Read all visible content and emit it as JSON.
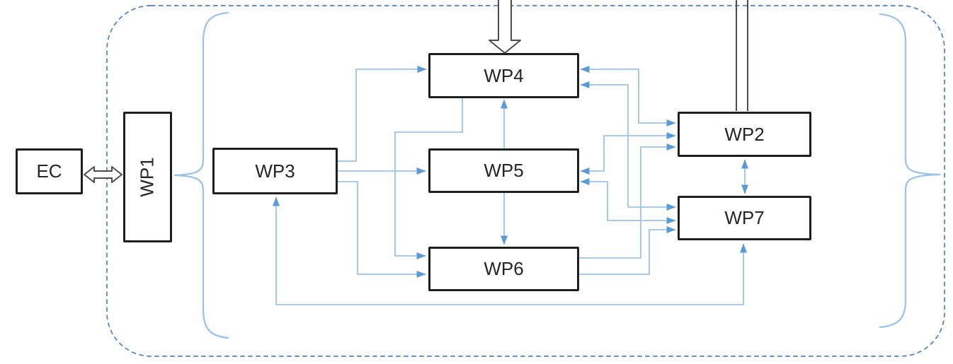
{
  "diagram": {
    "nodes": {
      "ec": {
        "label": "EC"
      },
      "wp1": {
        "label": "WP1"
      },
      "wp2": {
        "label": "WP2"
      },
      "wp3": {
        "label": "WP3"
      },
      "wp4": {
        "label": "WP4"
      },
      "wp5": {
        "label": "WP5"
      },
      "wp6": {
        "label": "WP6"
      },
      "wp7": {
        "label": "WP7"
      }
    },
    "edges": [
      {
        "from": "EC",
        "to": "WP1",
        "style": "hollow-double-arrow",
        "bidirectional": true
      },
      {
        "from": "external-top",
        "to": "WP4",
        "style": "hollow-arrow",
        "bidirectional": false
      },
      {
        "from": "external-top",
        "to": "WP2",
        "style": "hollow-line",
        "bidirectional": false
      },
      {
        "from": "WP3",
        "to": "WP4",
        "style": "blue-arrow",
        "bidirectional": false
      },
      {
        "from": "WP3",
        "to": "WP5",
        "style": "blue-arrow",
        "bidirectional": false
      },
      {
        "from": "WP3",
        "to": "WP6",
        "style": "blue-arrow",
        "bidirectional": false
      },
      {
        "from": "WP4",
        "to": "WP6",
        "style": "blue-arrow",
        "bidirectional": false
      },
      {
        "from": "WP5",
        "to": "WP4",
        "style": "blue-arrow",
        "bidirectional": false
      },
      {
        "from": "WP5",
        "to": "WP6",
        "style": "blue-arrow",
        "bidirectional": false
      },
      {
        "from": "WP4",
        "to": "WP2",
        "style": "blue-arrow",
        "bidirectional": true
      },
      {
        "from": "WP4",
        "to": "WP7",
        "style": "blue-arrow",
        "bidirectional": true
      },
      {
        "from": "WP5",
        "to": "WP2",
        "style": "blue-arrow",
        "bidirectional": true
      },
      {
        "from": "WP5",
        "to": "WP7",
        "style": "blue-arrow",
        "bidirectional": true
      },
      {
        "from": "WP6",
        "to": "WP2",
        "style": "blue-arrow",
        "bidirectional": false
      },
      {
        "from": "WP6",
        "to": "WP7",
        "style": "blue-arrow",
        "bidirectional": false
      },
      {
        "from": "WP2",
        "to": "WP7",
        "style": "blue-arrow",
        "bidirectional": true
      },
      {
        "from": "WP3",
        "to": "WP7",
        "style": "blue-arrow",
        "bidirectional": true
      }
    ],
    "colors": {
      "line": "#9dc3e6",
      "arrow": "#5b9bd5",
      "brace": "#9dc3e6",
      "dashed_border": "#4f81bd",
      "box_border": "#1f1f1f",
      "box_fill": "#ffffff",
      "hollow_arrow_outline": "#4d4d4d"
    }
  }
}
